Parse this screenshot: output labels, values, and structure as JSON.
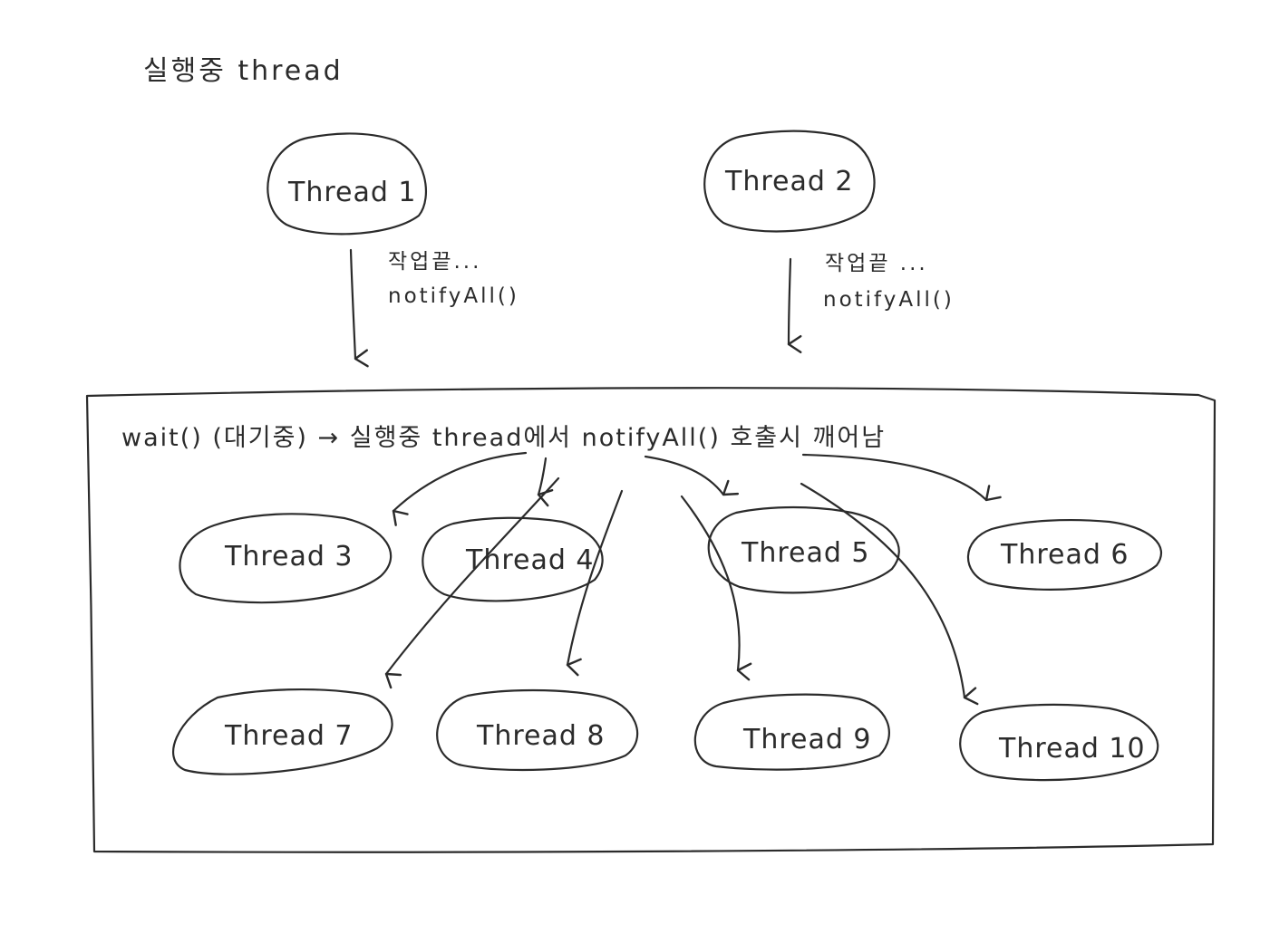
{
  "title": "실행중 thread",
  "running_threads": [
    {
      "id": "t1",
      "label": "Thread 1",
      "note_line1": "작업끝...",
      "note_line2": "notifyAll()"
    },
    {
      "id": "t2",
      "label": "Thread 2",
      "note_line1": "작업끝 ...",
      "note_line2": "notifyAll()"
    }
  ],
  "wait_box": {
    "label": "wait() (대기중) → 실행중 thread에서 notifyAll() 호출시 깨어남"
  },
  "waiting_threads": [
    {
      "id": "t3",
      "label": "Thread 3"
    },
    {
      "id": "t4",
      "label": "Thread 4"
    },
    {
      "id": "t5",
      "label": "Thread 5"
    },
    {
      "id": "t6",
      "label": "Thread 6"
    },
    {
      "id": "t7",
      "label": "Thread 7"
    },
    {
      "id": "t8",
      "label": "Thread 8"
    },
    {
      "id": "t9",
      "label": "Thread 9"
    },
    {
      "id": "t10",
      "label": "Thread 10"
    }
  ],
  "stroke_color": "#2b2b2b",
  "background_color": "#ffffff"
}
